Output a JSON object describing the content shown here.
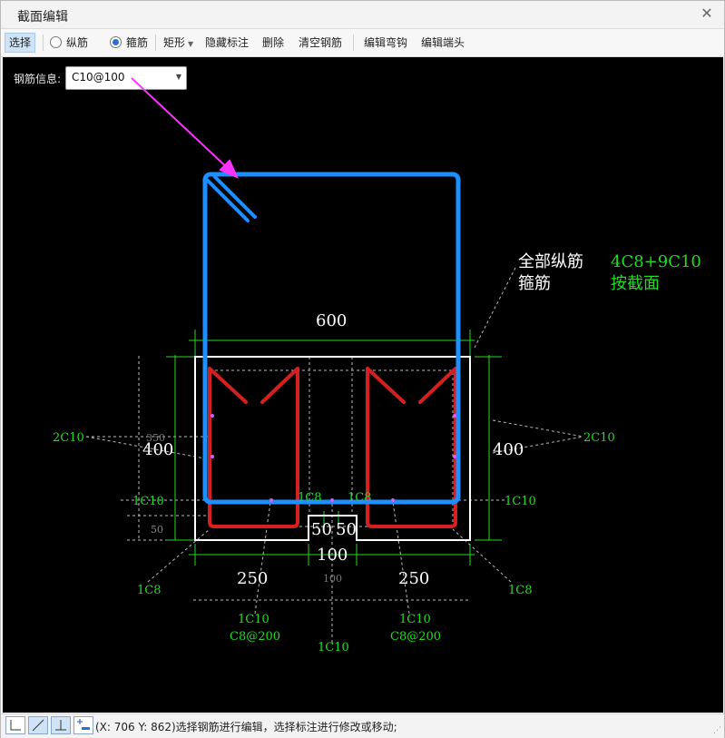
{
  "window": {
    "title": "截面编辑",
    "close_glyph": "✕"
  },
  "toolbar": {
    "select": "选择",
    "longitudinal": "纵筋",
    "stirrup": "箍筋",
    "rect": "矩形",
    "hide_annot": "隐藏标注",
    "delete": "删除",
    "clear": "清空钢筋",
    "edit_hook": "编辑弯钩",
    "edit_end": "编辑端头"
  },
  "rebar_info": {
    "label": "钢筋信息:",
    "value": "C10@100"
  },
  "drawing": {
    "dim_600": "600",
    "summary_all": "全部纵筋",
    "summary_all_val": "4C8+9C10",
    "summary_stirrup": "箍筋",
    "summary_stirrup_val": "按截面",
    "left_2c10": "2C10",
    "right_2c10": "2C10",
    "dim_350": "350",
    "dim_400_left": "400",
    "dim_400_right": "400",
    "left_1c10": "1C10",
    "right_1c10": "1C10",
    "mid_1c8_a": "1C8",
    "mid_1c8_b": "1C8",
    "dim_50_left": "50",
    "dim_50_a": "50",
    "dim_50_b": "50",
    "dim_100": "100",
    "dim_100_small": "100",
    "dim_250_left": "250",
    "dim_250_right": "250",
    "left_1c8": "1C8",
    "right_1c8": "1C8",
    "bot_left_1c10": "1C10",
    "bot_left_c8": "C8@200",
    "bot_right_1c10": "1C10",
    "bot_right_c8": "C8@200",
    "bot_mid_1c10": "1C10"
  },
  "status": {
    "text": "(X: 706 Y: 862)选择钢筋进行编辑，选择标注进行修改或移动;",
    "grip": "⋰"
  },
  "colors": {
    "stirrup": "#1e8fff",
    "rebar": "#d62020",
    "dim": "#22dd22",
    "arrow": "#ff33ff",
    "outline": "#ffffff"
  },
  "icons": [
    "angle-snap-icon",
    "diagonal-line-icon",
    "perpendicular-icon",
    "add-point-icon"
  ]
}
